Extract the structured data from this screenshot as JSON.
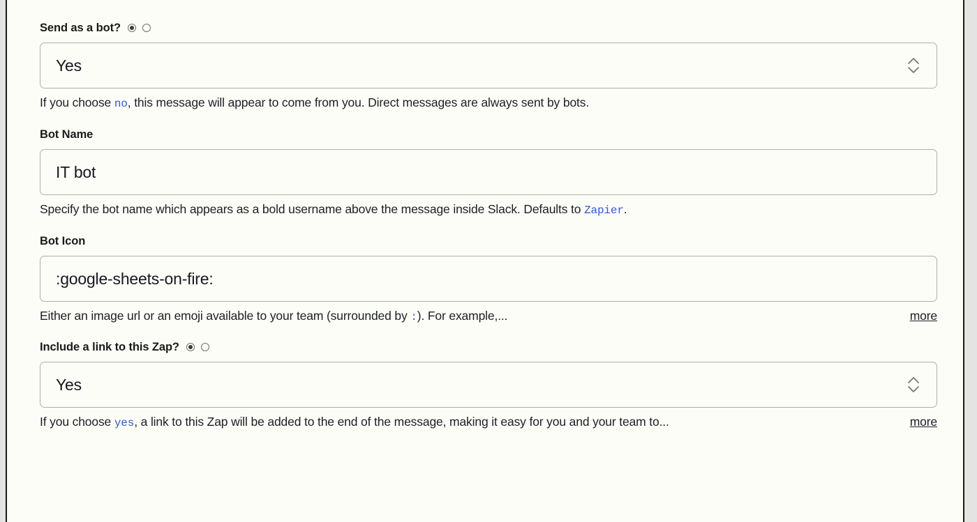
{
  "page": {
    "background": "#fdfdf8",
    "frame_border_color": "#1b1b1b",
    "link_color": "#2f58d8",
    "border_color": "#b0b0aa"
  },
  "fields": [
    {
      "id": "send-as-a-bot",
      "label": "Send as a bot?",
      "control_type": "select",
      "value": "Yes",
      "radios": [
        {
          "name": "radio-selected",
          "checked": true
        },
        {
          "name": "radio-unselected",
          "checked": false
        }
      ],
      "help_prefix": "If you choose ",
      "help_token": "no",
      "help_suffix": ", this message will appear to come from you. Direct messages are always sent by bots.",
      "more_label": "",
      "has_more": false,
      "stepper_icon": "chevron-up-down-icon"
    },
    {
      "id": "bot-name",
      "label": "Bot Name",
      "control_type": "text",
      "value": "IT bot",
      "radios": [],
      "help_prefix": "Specify the bot name which appears as a bold username above the message inside Slack. Defaults to ",
      "help_token": "Zapier",
      "help_suffix": ".",
      "more_label": "",
      "has_more": false,
      "stepper_icon": ""
    },
    {
      "id": "bot-icon",
      "label": "Bot Icon",
      "control_type": "text",
      "value": ":google-sheets-on-fire:",
      "radios": [],
      "help_prefix": "Either an image url or an emoji available to your team (surrounded by ",
      "help_token": ":",
      "help_suffix": "). For example,...",
      "more_label": "more",
      "has_more": true,
      "stepper_icon": ""
    },
    {
      "id": "include-a-link-to-this-zap",
      "label": "Include a link to this Zap?",
      "control_type": "select",
      "value": "Yes",
      "radios": [
        {
          "name": "radio-selected",
          "checked": true
        },
        {
          "name": "radio-unselected",
          "checked": false
        }
      ],
      "help_prefix": "If you choose ",
      "help_token": "yes",
      "help_suffix": ", a link to this Zap will be added to the end of the message, making it easy for you and your team to...",
      "more_label": "more",
      "has_more": true,
      "stepper_icon": "chevron-up-down-icon"
    }
  ]
}
